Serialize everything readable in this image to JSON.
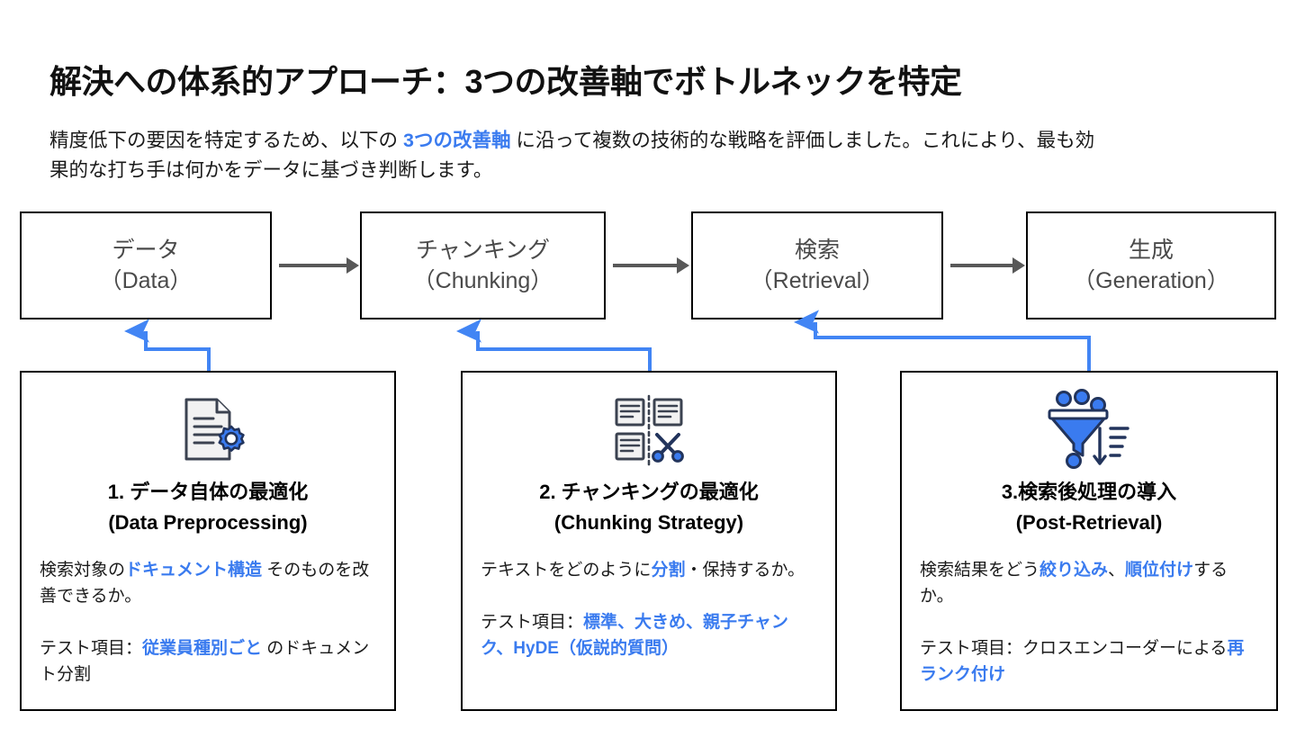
{
  "header": {
    "title": "解決への体系的アプローチ：3つの改善軸でボトルネックを特定",
    "subtitle_1": "精度低下の要因を特定するため、以下の ",
    "subtitle_accent": "3つの改善軸",
    "subtitle_2": " に沿って複数の技術的な戦略を評価しました。これにより、最も効果的な打ち手は何かをデータに基づき判断します。"
  },
  "colors": {
    "accent_blue": "#3a7bef",
    "connector_blue": "#4285f4",
    "arrow_gray": "#585858",
    "border_black": "#000000",
    "text_gray": "#4a4a4a"
  },
  "pipeline": {
    "steps": [
      {
        "jp": "データ",
        "en": "（Data）"
      },
      {
        "jp": "チャンキング",
        "en": "（Chunking）"
      },
      {
        "jp": "検索",
        "en": "（Retrieval）"
      },
      {
        "jp": "生成",
        "en": "（Generation）"
      }
    ]
  },
  "cards": [
    {
      "icon": "document-gear-icon",
      "title_jp": "1. データ自体の最適化",
      "title_en": "(Data Preprocessing)",
      "body": {
        "p1_pre": "検索対象の",
        "p1_accent": "ドキュメント構造",
        "p1_post": " そのものを改善できるか。",
        "p2_label": "テスト項目：",
        "p2_accent": "従業員種別ごと",
        "p2_post": " のドキュメント分割"
      }
    },
    {
      "icon": "documents-scissors-icon",
      "title_jp": "2. チャンキングの最適化",
      "title_en": "(Chunking Strategy)",
      "body": {
        "p1_pre": "テキストをどのように",
        "p1_accent": "分割",
        "p1_post": "・保持するか。",
        "p2_label": "テスト項目：",
        "p2_accent": "標準、大きめ、親子チャンク、HyDE（仮説的質問）",
        "p2_post": ""
      }
    },
    {
      "icon": "funnel-sort-icon",
      "title_jp": "3.検索後処理の導入",
      "title_en": "(Post-Retrieval)",
      "body": {
        "p1_pre": "検索結果をどう",
        "p1_accent": "絞り込み",
        "p1_mid": "、",
        "p1_accent2": "順位付け",
        "p1_post": "するか。",
        "p2_label": "テスト項目：クロスエンコーダーによる",
        "p2_accent": "再ランク付け",
        "p2_post": ""
      }
    }
  ]
}
